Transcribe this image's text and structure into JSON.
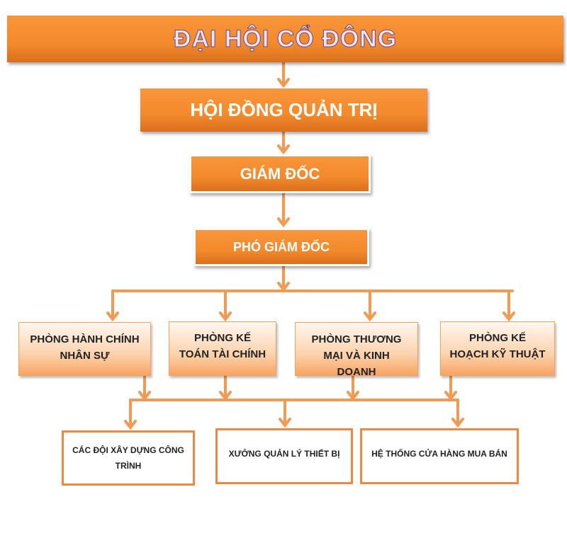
{
  "top": {
    "label": "ĐẠI HỘI CỔ ĐÔNG"
  },
  "board": {
    "label": "HỘI ĐỒNG QUẢN TRỊ"
  },
  "director": {
    "label": "GIÁM ĐỐC"
  },
  "deputy": {
    "label": "PHÓ GIÁM ĐỐC"
  },
  "departments": [
    {
      "label": "PHÒNG HÀNH CHÍNH NHÂN SỰ"
    },
    {
      "label": "PHÒNG KẾ TOÁN TÀI CHÍNH"
    },
    {
      "label": "PHÒNG THƯƠNG MẠI VÀ KINH DOANH"
    },
    {
      "label": "PHÒNG KẾ HOẠCH KỸ THUẬT"
    }
  ],
  "units": [
    {
      "label": "CÁC ĐỘI XÂY DỰNG CÔNG TRÌNH"
    },
    {
      "label": "XƯỞNG QUẢN LÝ THIẾT BỊ"
    },
    {
      "label": "HỆ THỐNG CỬA HÀNG MUA BÁN"
    }
  ],
  "colors": {
    "accent": "#f0883e",
    "connector": "#f39a52"
  }
}
